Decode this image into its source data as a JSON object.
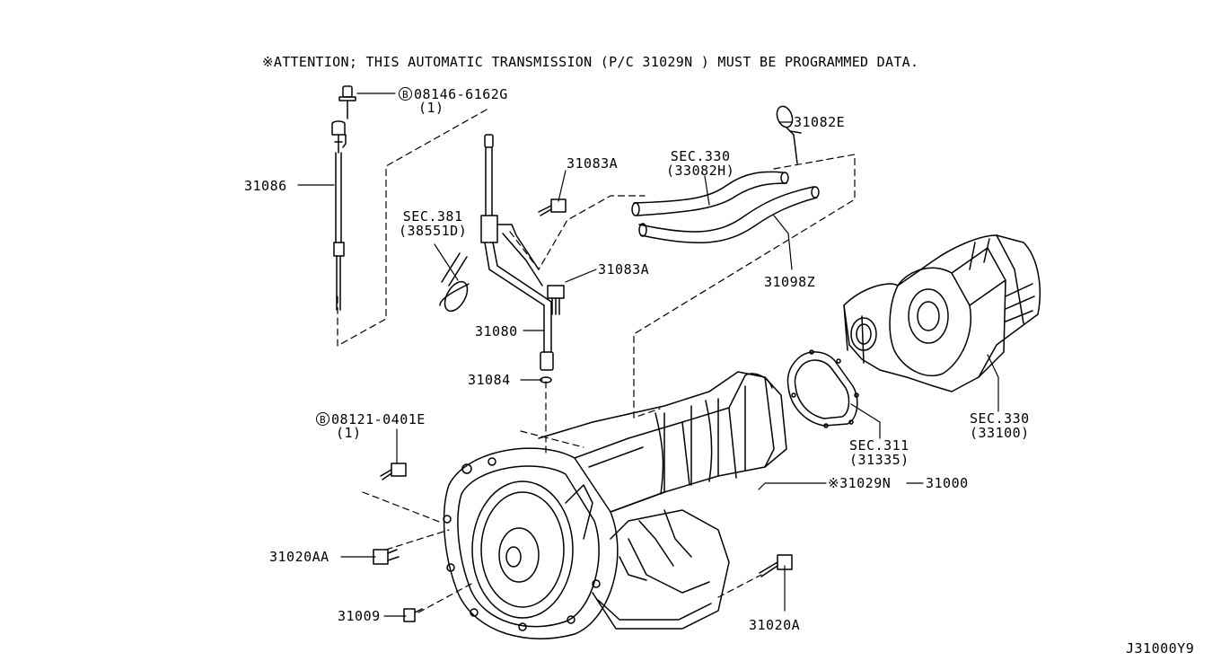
{
  "notice": "※ATTENTION; THIS AUTOMATIC TRANSMISSION (P/C  31029N ) MUST BE PROGRAMMED DATA.",
  "diagram_id": "J31000Y9",
  "bolt_marker": "B",
  "labels": {
    "bolt_top": {
      "part": "08146-6162G",
      "qty": "(1)"
    },
    "bolt_mid": {
      "part": "08121-0401E",
      "qty": "(1)"
    },
    "p31086": "31086",
    "p31083a_top": "31083A",
    "p31083a_mid": "31083A",
    "p31082e": "31082E",
    "p31080": "31080",
    "p31084": "31084",
    "p31098z": "31098Z",
    "p31020aa": "31020AA",
    "p31009": "31009",
    "p31020a": "31020A",
    "p31029n": "※31029N",
    "p31000": "31000",
    "sec381": {
      "sec": "SEC.381",
      "ref": "(38551D)"
    },
    "sec330_hose": {
      "sec": "SEC.330",
      "ref": "(33082H)"
    },
    "sec311": {
      "sec": "SEC.311",
      "ref": "(31335)"
    },
    "sec330_case": {
      "sec": "SEC.330",
      "ref": "(33100)"
    }
  }
}
